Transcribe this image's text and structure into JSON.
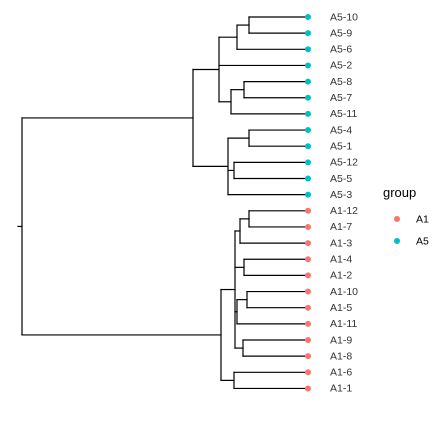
{
  "tips": [
    {
      "label": "A5-10",
      "group": "A5"
    },
    {
      "label": "A5-9",
      "group": "A5"
    },
    {
      "label": "A5-6",
      "group": "A5"
    },
    {
      "label": "A5-2",
      "group": "A5"
    },
    {
      "label": "A5-8",
      "group": "A5"
    },
    {
      "label": "A5-7",
      "group": "A5"
    },
    {
      "label": "A5-11",
      "group": "A5"
    },
    {
      "label": "A5-4",
      "group": "A5"
    },
    {
      "label": "A5-1",
      "group": "A5"
    },
    {
      "label": "A5-12",
      "group": "A5"
    },
    {
      "label": "A5-5",
      "group": "A5"
    },
    {
      "label": "A5-3",
      "group": "A5"
    },
    {
      "label": "A1-12",
      "group": "A1"
    },
    {
      "label": "A1-7",
      "group": "A1"
    },
    {
      "label": "A1-3",
      "group": "A1"
    },
    {
      "label": "A1-4",
      "group": "A1"
    },
    {
      "label": "A1-2",
      "group": "A1"
    },
    {
      "label": "A1-10",
      "group": "A1"
    },
    {
      "label": "A1-5",
      "group": "A1"
    },
    {
      "label": "A1-11",
      "group": "A1"
    },
    {
      "label": "A1-9",
      "group": "A1"
    },
    {
      "label": "A1-8",
      "group": "A1"
    },
    {
      "label": "A1-6",
      "group": "A1"
    },
    {
      "label": "A1-1",
      "group": "A1"
    }
  ],
  "legend": {
    "title": "group",
    "items": [
      {
        "label": "A1",
        "color": "#F8766D"
      },
      {
        "label": "A5",
        "color": "#00BFC4"
      }
    ]
  }
}
